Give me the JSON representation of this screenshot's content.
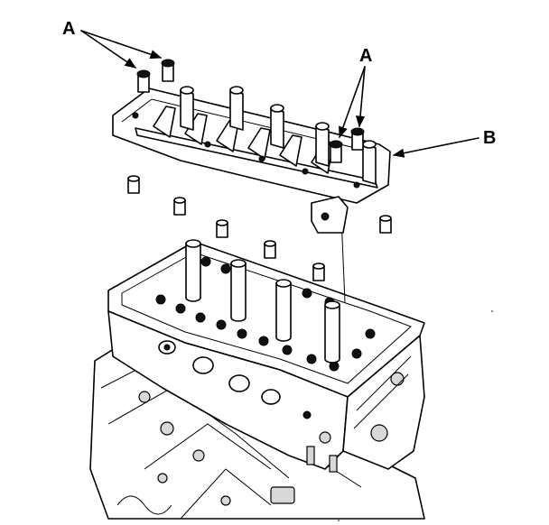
{
  "callouts": {
    "a_top_left": "A",
    "a_top_right": "A",
    "b_right": "B"
  },
  "colors": {
    "ink": "#000000",
    "background": "#ffffff"
  }
}
